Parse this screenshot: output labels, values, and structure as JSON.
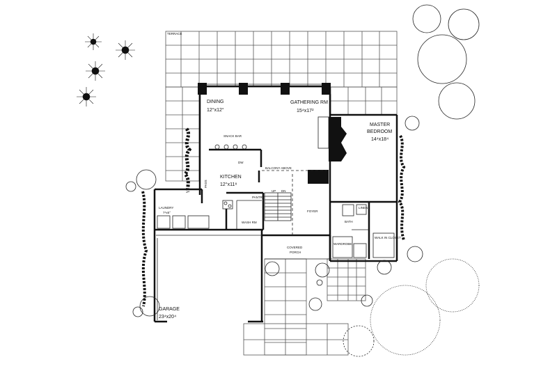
{
  "plan": {
    "terrace_label": "TERRACE",
    "rooms": [
      {
        "name": "DINING",
        "size": "12°x12°"
      },
      {
        "name": "GATHERING RM",
        "size": "15⁴x17²"
      },
      {
        "name": "MASTER",
        "name2": "BEDROOM",
        "size": "14⁴x18⁴"
      },
      {
        "name": "KITCHEN",
        "size": "12°x11⁸"
      },
      {
        "name": "LAUNDRY",
        "size": "7⁴x6°"
      },
      {
        "name": "WASH RM"
      },
      {
        "name": "FOYER"
      },
      {
        "name": "BATH"
      },
      {
        "name": "COVERED",
        "name2": "PORCH"
      },
      {
        "name": "GARAGE",
        "size": "23⁴x20⁴"
      }
    ],
    "small_labels": {
      "snack_bar": "SNACK BAR",
      "balcony": "BALCONY ABOVE",
      "pantry": "PANTRY",
      "up": "UP",
      "dn": "DN",
      "linen": "LINEN",
      "walkin": "WALK IN CLOSET",
      "wardrobe": "WARDROBE",
      "dw": "DW",
      "pass": "PASS"
    }
  }
}
